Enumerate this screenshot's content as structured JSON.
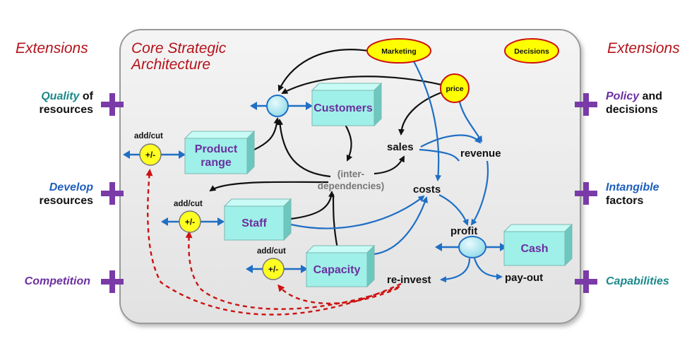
{
  "extensions": {
    "left_title": "Extensions",
    "right_title": "Extensions"
  },
  "core": {
    "title_line1": "Core Strategic",
    "title_line2": "Architecture"
  },
  "left_items": [
    {
      "italic": "Quality",
      "rest": " of",
      "line2": "resources",
      "color": "#1a8a8a"
    },
    {
      "italic": "Develop",
      "rest": "",
      "line2": "resources",
      "color": "#1f5fbf"
    },
    {
      "italic": "Competition",
      "rest": "",
      "line2": "",
      "color": "#6b2fa0"
    }
  ],
  "right_items": [
    {
      "italic": "Policy",
      "rest": " and",
      "line2": "decisions",
      "color": "#6b2fa0"
    },
    {
      "italic": "Intangible",
      "rest": "",
      "line2": "factors",
      "color": "#1f5fbf"
    },
    {
      "italic": "Capabilities",
      "rest": "",
      "line2": "",
      "color": "#1a8a8a"
    }
  ],
  "stocks": {
    "customers": "Customers",
    "product_line1": "Product",
    "product_line2": "range",
    "staff": "Staff",
    "capacity": "Capacity",
    "cash": "Cash"
  },
  "nodes": {
    "marketing": "Marketing",
    "decisions": "Decisions",
    "price": "price"
  },
  "labels": {
    "add_cut": "add/cut",
    "plus_minus": "+/-",
    "sales": "sales",
    "revenue": "revenue",
    "costs": "costs",
    "profit": "profit",
    "reinvest": "re-invest",
    "payout": "pay-out",
    "inter_line1": "(inter-",
    "inter_line2": "dependencies)"
  },
  "colors": {
    "extension_red": "#b5121b",
    "plus_purple": "#7a3aa8",
    "stock_fill": "#9ff0e8",
    "node_fill": "#ffff00",
    "node_border": "#cc1111",
    "arrow_blue": "#1f6fc4",
    "arrow_red": "#cc1111"
  }
}
